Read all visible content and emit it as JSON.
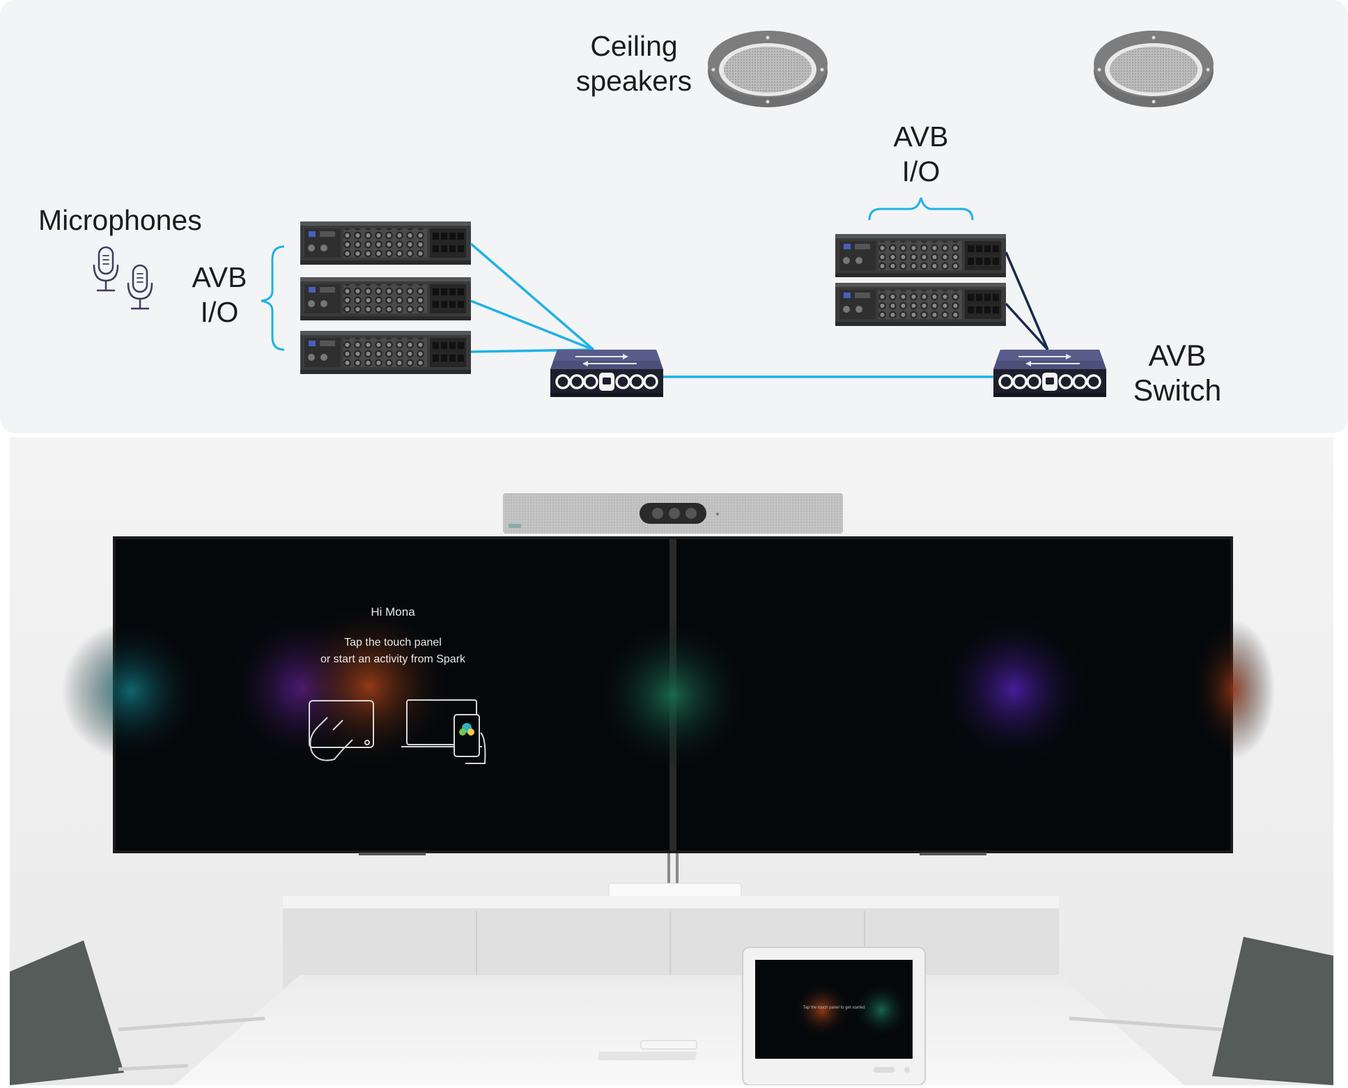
{
  "labels": {
    "ceiling_line1": "Ceiling",
    "ceiling_line2": "speakers",
    "microphones": "Microphones",
    "avb_io_left_line1": "AVB",
    "avb_io_left_line2": "I/O",
    "avb_io_right_line1": "AVB",
    "avb_io_right_line2": "I/O",
    "avb_switch_line1": "AVB",
    "avb_switch_line2": "Switch"
  },
  "screen": {
    "greeting": "Hi Mona",
    "instruction_line1": "Tap the touch panel",
    "instruction_line2": "or start an activity from Spark"
  },
  "touch_panel": {
    "text": "Tap the touch panel to get started"
  },
  "colors": {
    "diagram_bg": "#f3f4f6",
    "link_light_blue": "#1fb2e6",
    "link_dark_navy": "#1a2a4f",
    "screen_bg": "#05080b"
  },
  "icons": [
    "ceiling-speaker-icon",
    "microphone-icon",
    "avb-io-rack-icon",
    "avb-switch-icon"
  ]
}
